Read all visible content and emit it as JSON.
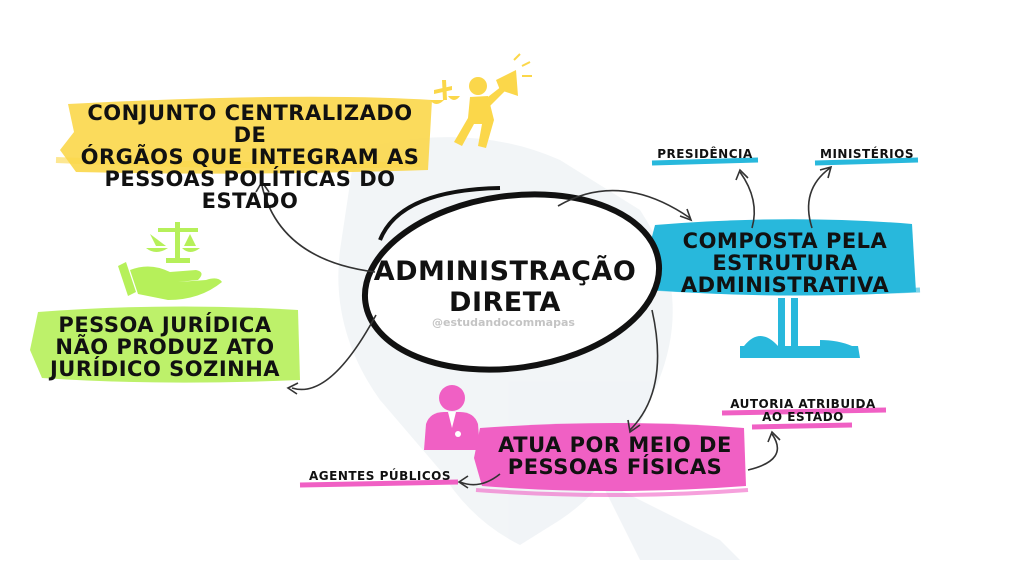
{
  "center": {
    "line1": "ADMINISTRAÇÃO",
    "line2": "DIRETA"
  },
  "watermark": "@estudandocommapas",
  "nodes": {
    "conjunto": {
      "lines": [
        "CONJUNTO CENTRALIZADO DE",
        "ÓRGÃOS QUE INTEGRAM AS",
        "PESSOAS POLÍTICAS DO ESTADO"
      ],
      "color": "#fbd74a"
    },
    "pessoa_juridica": {
      "lines": [
        "PESSOA JURÍDICA",
        "NÃO PRODUZ ATO",
        "JURÍDICO SOZINHA"
      ],
      "color": "#b6f05a"
    },
    "composta": {
      "lines": [
        "COMPOSTA PELA",
        "ESTRUTURA",
        "ADMINISTRATIVA"
      ],
      "color": "#28b8dc"
    },
    "atua": {
      "lines": [
        "ATUA POR MEIO DE",
        "PESSOAS FÍSICAS"
      ],
      "color": "#f060c4"
    }
  },
  "leaves": {
    "presidencia": "PRESIDÊNCIA",
    "ministerios": "MINISTÉRIOS",
    "autoria_line1": "AUTORIA ATRIBUIDA",
    "autoria_line2": "AO ESTADO",
    "agentes": "AGENTES PÚBLICOS"
  },
  "icons": {
    "megaphone_person": "megaphone-person-with-scale-icon",
    "justice_hand": "hand-with-justice-scale-icon",
    "congress": "congress-building-icon",
    "professional": "professional-person-icon"
  }
}
